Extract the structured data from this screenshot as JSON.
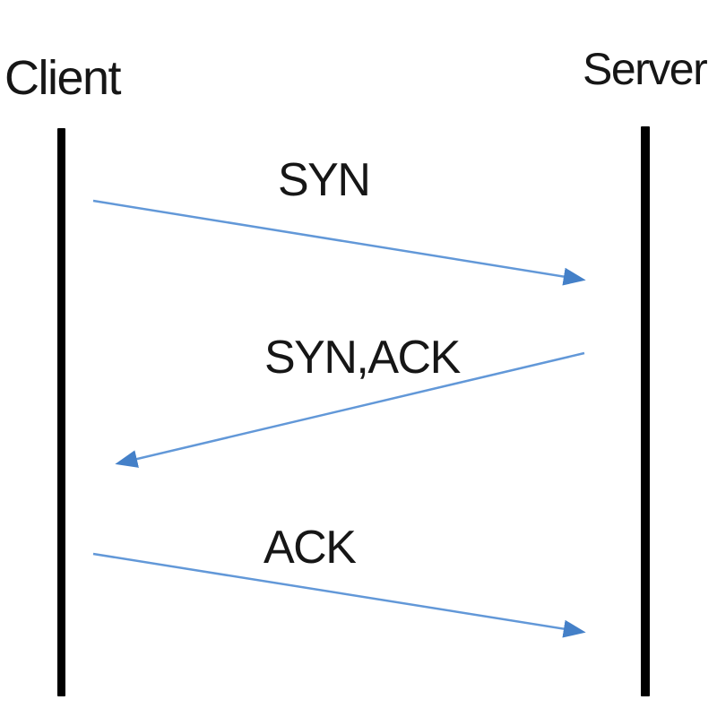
{
  "colors": {
    "background": "#ffffff",
    "text": "#161616",
    "lifeline": "#000000",
    "arrow-line": "#6298d8",
    "arrow-head": "#4480c8"
  },
  "diagram": {
    "actors": [
      {
        "name": "Client"
      },
      {
        "name": "Server"
      }
    ],
    "messages": [
      {
        "label": "SYN",
        "from": "Client",
        "to": "Server"
      },
      {
        "label": "SYN,ACK",
        "from": "Server",
        "to": "Client"
      },
      {
        "label": "ACK",
        "from": "Client",
        "to": "Server"
      }
    ]
  }
}
